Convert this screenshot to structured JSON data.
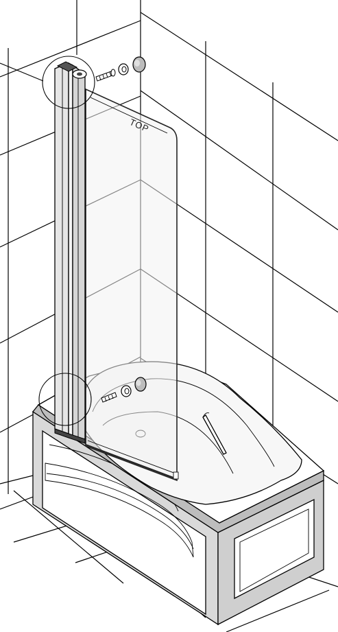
{
  "diagram": {
    "glass_marking": "TOP",
    "colors": {
      "background": "#ffffff",
      "line": "#000000",
      "glass": "#f2f2f2",
      "bath_panel": "#d9d9d9",
      "bath_rim_grey": "#bdbdbd",
      "bath_inner": "#ffffff",
      "profile": "#e6e6e6"
    },
    "parts": [
      "wall-tiles",
      "floor-tiles",
      "bathtub",
      "wall-profile",
      "glass-screen",
      "wall-plug",
      "screw",
      "washer",
      "detail-circle-top",
      "detail-circle-bottom",
      "leader-line"
    ]
  }
}
